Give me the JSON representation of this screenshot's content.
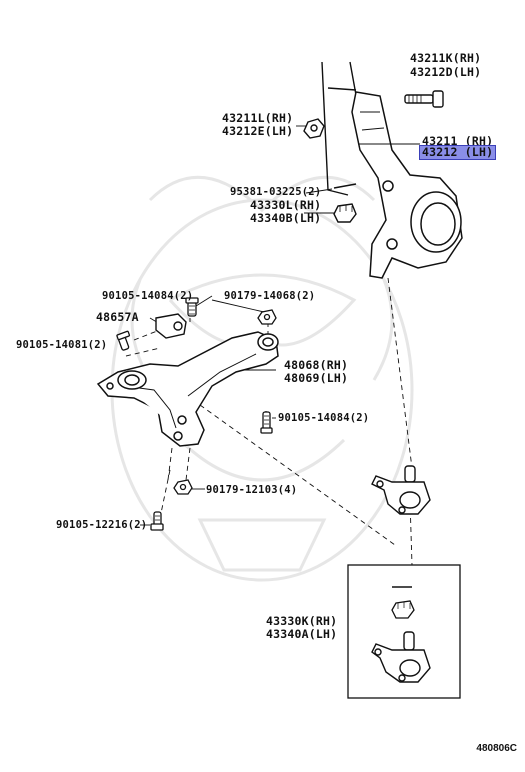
{
  "parts": {
    "knuckle_nut_rh": "43211K(RH)",
    "knuckle_nut_lh": "43212D(LH)",
    "hub_rh": "43211L(RH)",
    "hub_lh": "43212E(LH)",
    "knuckle_rh": "43211 (RH)",
    "knuckle_lh": "43212 (LH)",
    "cotter_pin": "95381-03225(2)",
    "nut_rh": "43330L(RH)",
    "nut_lh": "43340B(LH)",
    "bolt_a": "90105-14084(2)",
    "nut_a": "90179-14068(2)",
    "bracket": "48657A",
    "bolt_b": "90105-14081(2)",
    "arm_rh": "48068(RH)",
    "arm_lh": "48069(LH)",
    "bolt_c": "90105-14084(2)",
    "nut_b": "90179-12103(4)",
    "bolt_d": "90105-12216(2)",
    "joint_rh": "43330K(RH)",
    "joint_lh": "43340A(LH)"
  },
  "diagram_code": "480806C",
  "highlight_color": "#8a8ee8"
}
